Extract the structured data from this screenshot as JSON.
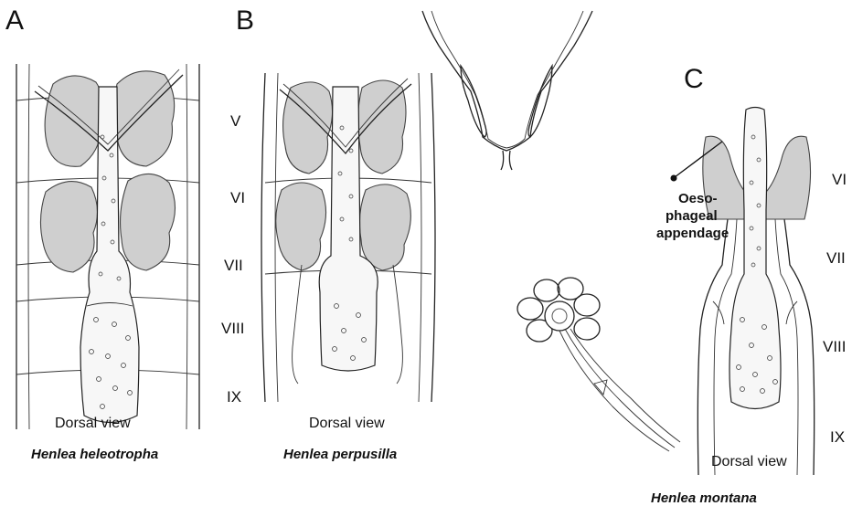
{
  "panels": {
    "A": {
      "letter": "A",
      "segments": [
        "V",
        "VI",
        "VII",
        "VIII",
        "IX"
      ],
      "view": "Dorsal view",
      "species": "Henlea heleotropha"
    },
    "B": {
      "letter": "B",
      "view": "Dorsal view",
      "species": "Henlea perpusilla"
    },
    "C": {
      "letter": "C",
      "segments": [
        "VI",
        "VII",
        "VIII",
        "IX"
      ],
      "annotation_lines": [
        "Oeso-",
        "phageal",
        "appendage"
      ],
      "view": "Dorsal view",
      "species": "Henlea montana"
    }
  },
  "colors": {
    "gland_fill": "#cfcfcf",
    "line": "#222222",
    "background": "#ffffff"
  }
}
